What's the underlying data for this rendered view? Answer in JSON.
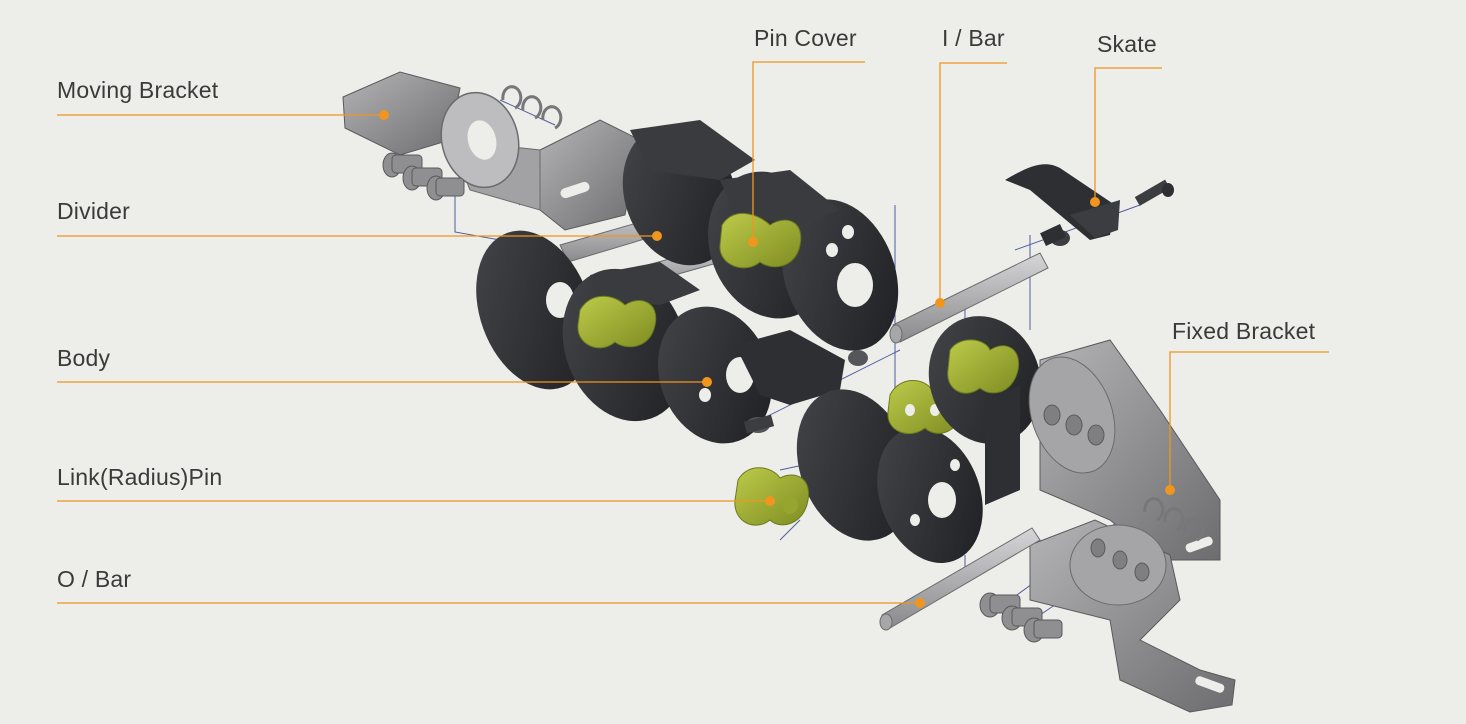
{
  "labels": {
    "moving_bracket": "Moving Bracket",
    "divider": "Divider",
    "body": "Body",
    "link_pin": "Link(Radius)Pin",
    "o_bar": "O / Bar",
    "pin_cover": "Pin Cover",
    "i_bar": "I / Bar",
    "skate": "Skate",
    "fixed_bracket": "Fixed Bracket"
  },
  "colors": {
    "background": "#ededea",
    "leader": "#f0961e",
    "body_dark": "#2b2c2f",
    "bracket_grey": "#8d8d90",
    "pin_cover_green": "#a3b238",
    "assembly_line": "#2a3a8c",
    "label_text": "#3a3a3a"
  }
}
